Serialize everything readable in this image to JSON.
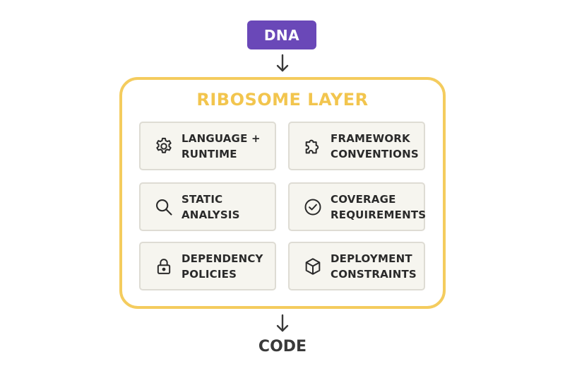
{
  "input": {
    "label": "DNA"
  },
  "layer": {
    "title": "RIBOSOME LAYER",
    "cards": [
      {
        "icon": "gear-icon",
        "line1": "LANGUAGE +",
        "line2": "RUNTIME"
      },
      {
        "icon": "puzzle-icon",
        "line1": "FRAMEWORK",
        "line2": "CONVENTIONS"
      },
      {
        "icon": "magnifier-icon",
        "line1": "STATIC",
        "line2": "ANALYSIS"
      },
      {
        "icon": "check-circle-icon",
        "line1": "COVERAGE",
        "line2": "REQUIREMENTS"
      },
      {
        "icon": "lock-icon",
        "line1": "DEPENDENCY",
        "line2": "POLICIES"
      },
      {
        "icon": "cube-icon",
        "line1": "DEPLOYMENT",
        "line2": "CONSTRAINTS"
      }
    ]
  },
  "output": {
    "label": "CODE"
  },
  "colors": {
    "input_fill": "#6a48b8",
    "layer_border": "#f4cc5e",
    "layer_title": "#f2c54e",
    "card_fill": "#f6f5ef"
  }
}
